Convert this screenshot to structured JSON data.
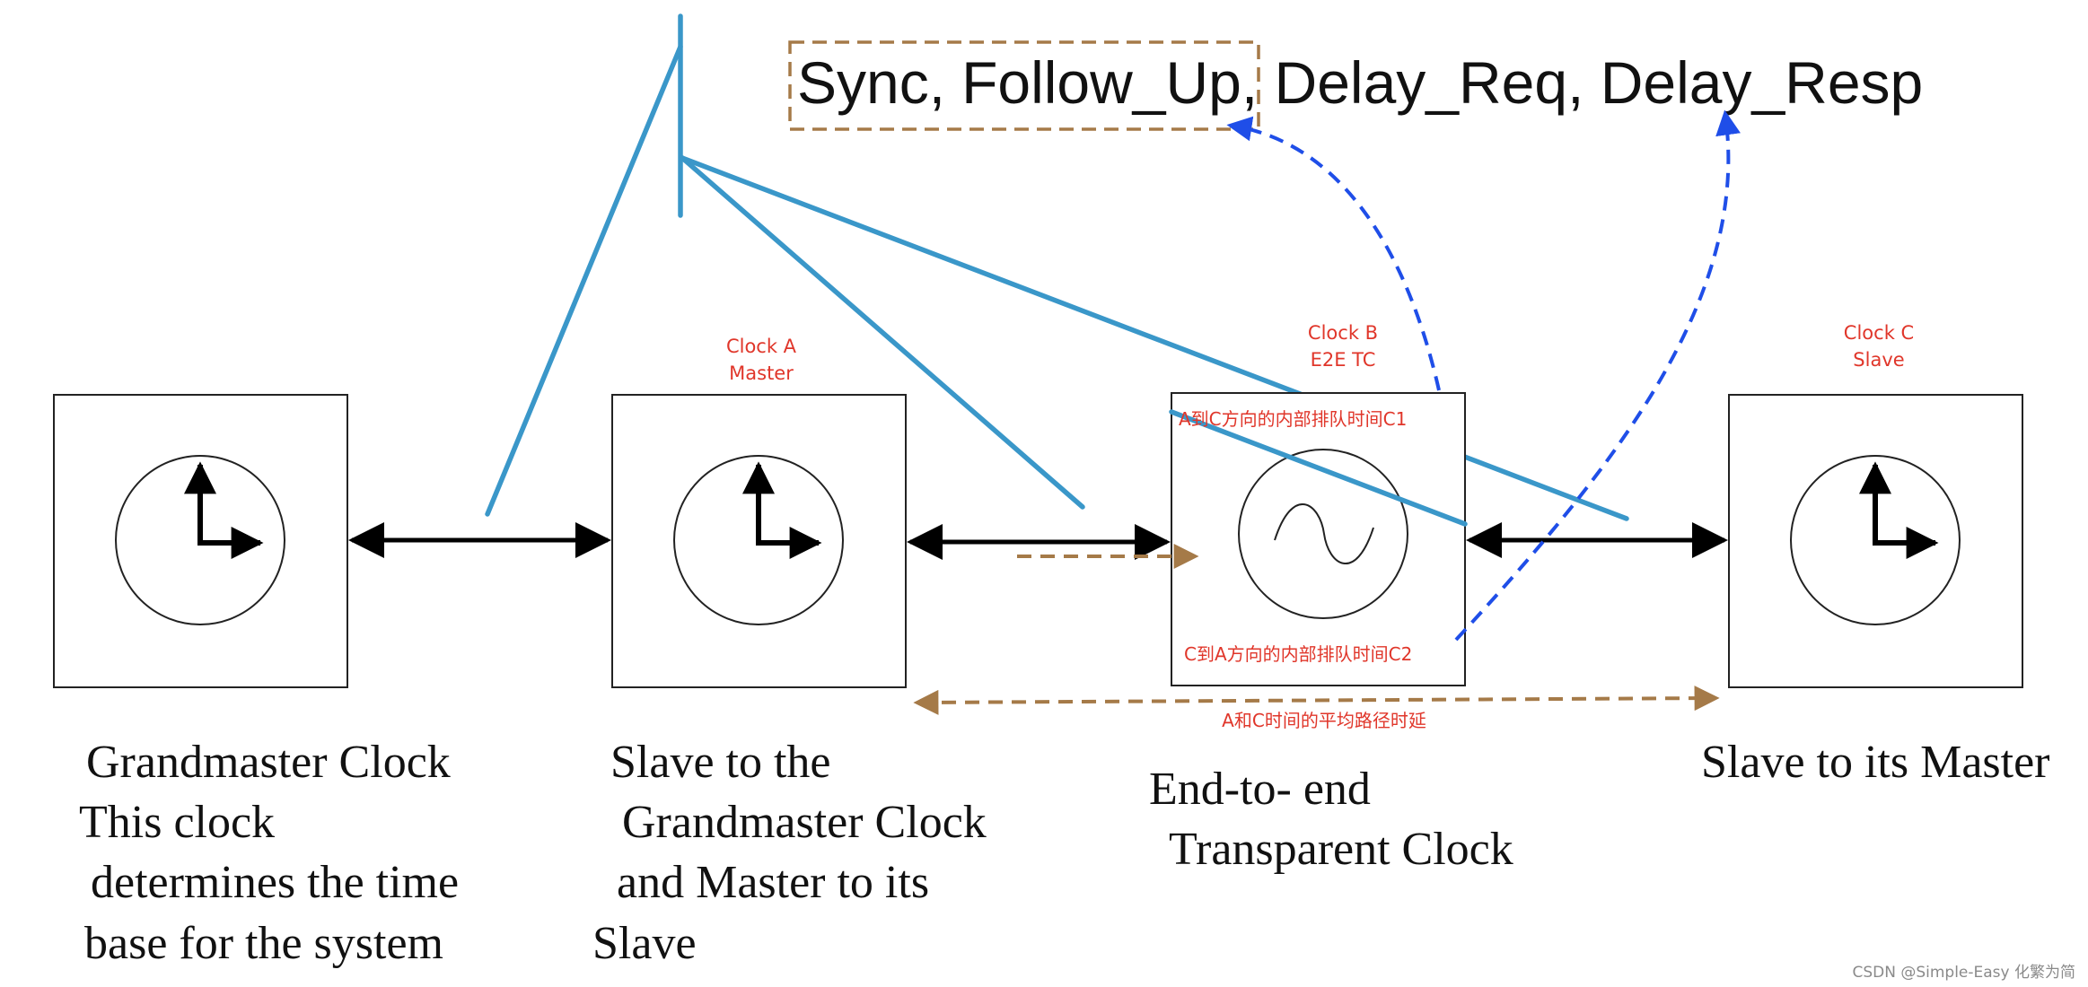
{
  "messages": {
    "sync": "Sync,",
    "follow_up": "Follow_Up",
    "rest": ", Delay_Req, Delay_Resp"
  },
  "nodes": {
    "grandmaster": {
      "lines": [
        "Grandmaster Clock",
        "This clock",
        " determines the time",
        "base for the system"
      ]
    },
    "clock_a": {
      "label_lines": [
        "Clock A",
        "Master"
      ],
      "desc_lines": [
        "Slave to the",
        " Grandmaster Clock",
        " and Master to its",
        "Slave"
      ]
    },
    "clock_b": {
      "label_lines": [
        "Clock B",
        "E2E TC"
      ],
      "inner_top": "A到C方向的内部排队时间C1",
      "inner_bottom": "C到A方向的内部排队时间C2",
      "desc_lines": [
        "End-to- end",
        " Transparent Clock"
      ]
    },
    "clock_c": {
      "label_lines": [
        "Clock C",
        "Slave"
      ],
      "desc_lines": [
        "Slave to its Master"
      ]
    }
  },
  "path_delay_label": "A和C时间的平均路径时延",
  "watermark": "CSDN @Simple-Easy 化繁为简",
  "colors": {
    "box_stroke": "#222222",
    "link": "#000000",
    "tap_line": "#3a97c9",
    "dashed_blue": "#1f4ee8",
    "dashed_brown": "#a57a48",
    "label_red": "#e0362a"
  }
}
